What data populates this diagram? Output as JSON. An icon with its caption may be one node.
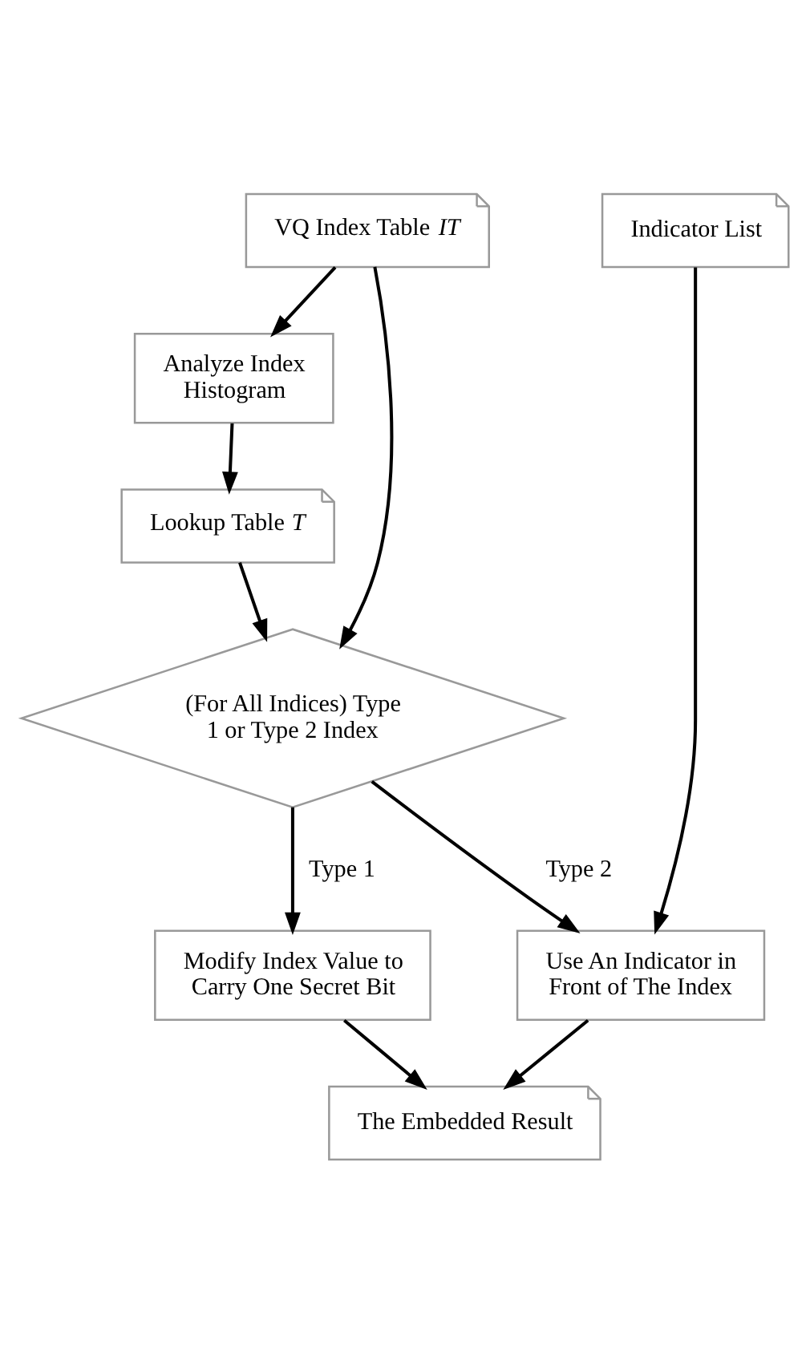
{
  "diagram": {
    "nodes": [
      {
        "text": [
          "VQ Index Table *IT*"
        ]
      },
      {
        "text": [
          "Indicator List"
        ]
      },
      {
        "text": [
          "Analyze Index Histogram"
        ]
      },
      {
        "text": [
          "Lookup Table *T*"
        ]
      },
      {
        "text": [
          "(For All Indices) Type 1 or Type 2 Index"
        ]
      },
      {
        "text": [
          "Modify Index Value to Carry One Secret Bit"
        ]
      },
      {
        "text": [
          "Use An Indicator in Front of The Index"
        ]
      },
      {
        "text": [
          "The Embedded Result"
        ]
      }
    ],
    "edges": [
      {
        "from": 0,
        "to": 2,
        "arrow": "to"
      },
      {
        "from": 2,
        "to": 3,
        "arrow": "to"
      },
      {
        "from": 0,
        "to": 4,
        "arrow": "to"
      },
      {
        "from": 3,
        "to": 4,
        "arrow": "to"
      },
      {
        "from": 4,
        "to": 5,
        "arrow": "to",
        "label": "Type 1"
      },
      {
        "from": 4,
        "to": 6,
        "arrow": "to",
        "label": "Type 2"
      },
      {
        "from": 1,
        "to": 6,
        "arrow": "to"
      },
      {
        "from": 5,
        "to": 7,
        "arrow": "to"
      },
      {
        "from": 6,
        "to": 7,
        "arrow": "to"
      }
    ]
  }
}
